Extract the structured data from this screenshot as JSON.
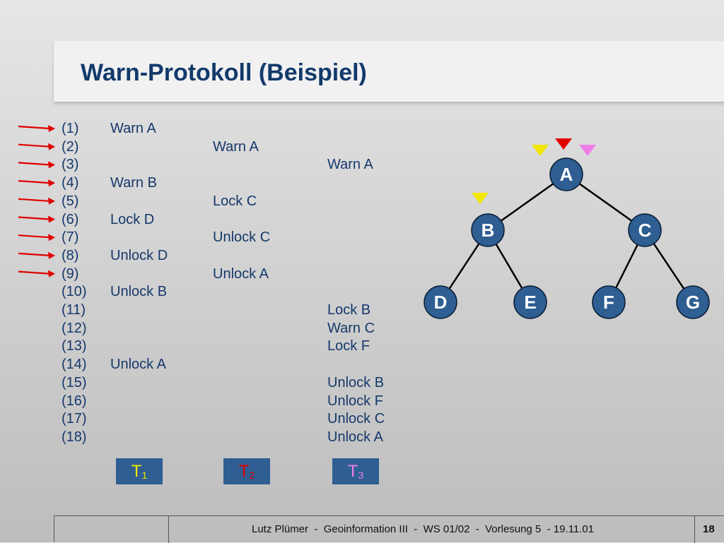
{
  "title": "Warn-Protokoll (Beispiel)",
  "rows": [
    "(1)",
    "(2)",
    "(3)",
    "(4)",
    "(5)",
    "(6)",
    "(7)",
    "(8)",
    "(9)",
    "(10)",
    "(11)",
    "(12)",
    "(13)",
    "(14)",
    "(15)",
    "(16)",
    "(17)",
    "(18)"
  ],
  "arrow_rows": 9,
  "t1_ops": [
    {
      "row": 1,
      "text": "Warn A"
    },
    {
      "row": 4,
      "text": "Warn B"
    },
    {
      "row": 6,
      "text": "Lock D"
    },
    {
      "row": 8,
      "text": "Unlock D"
    },
    {
      "row": 10,
      "text": "Unlock B"
    },
    {
      "row": 14,
      "text": "Unlock A"
    }
  ],
  "t2_ops": [
    {
      "row": 2,
      "text": "Warn A"
    },
    {
      "row": 5,
      "text": "Lock C"
    },
    {
      "row": 7,
      "text": "Unlock C"
    },
    {
      "row": 9,
      "text": "Unlock A"
    }
  ],
  "t3_ops": [
    {
      "row": 3,
      "text": "Warn A"
    },
    {
      "row": 11,
      "text": "Lock B"
    },
    {
      "row": 12,
      "text": "Warn C"
    },
    {
      "row": 13,
      "text": "Lock F"
    },
    {
      "row": 15,
      "text": "Unlock B"
    },
    {
      "row": 16,
      "text": "Unlock F"
    },
    {
      "row": 17,
      "text": "Unlock C"
    },
    {
      "row": 18,
      "text": "Unlock A"
    }
  ],
  "transactions": [
    {
      "label": "T",
      "sub": "1",
      "color": "#f2e600"
    },
    {
      "label": "T",
      "sub": "2",
      "color": "#e00000"
    },
    {
      "label": "T",
      "sub": "3",
      "color": "#ee7ee8"
    }
  ],
  "tree": {
    "nodes": [
      "A",
      "B",
      "C",
      "D",
      "E",
      "F",
      "G"
    ],
    "node_color": "#2e5e92",
    "edges": [
      [
        "A",
        "B"
      ],
      [
        "A",
        "C"
      ],
      [
        "B",
        "D"
      ],
      [
        "B",
        "E"
      ],
      [
        "C",
        "F"
      ],
      [
        "C",
        "G"
      ]
    ],
    "markers": [
      {
        "node": "A",
        "transaction": 1
      },
      {
        "node": "A",
        "transaction": 2
      },
      {
        "node": "A",
        "transaction": 3
      },
      {
        "node": "B",
        "transaction": 1
      }
    ]
  },
  "footer": {
    "text": "Lutz Plümer  -  Geoinformation III  -  WS 01/02  -  Vorlesung 5  - 19.11.01",
    "page": "18"
  }
}
